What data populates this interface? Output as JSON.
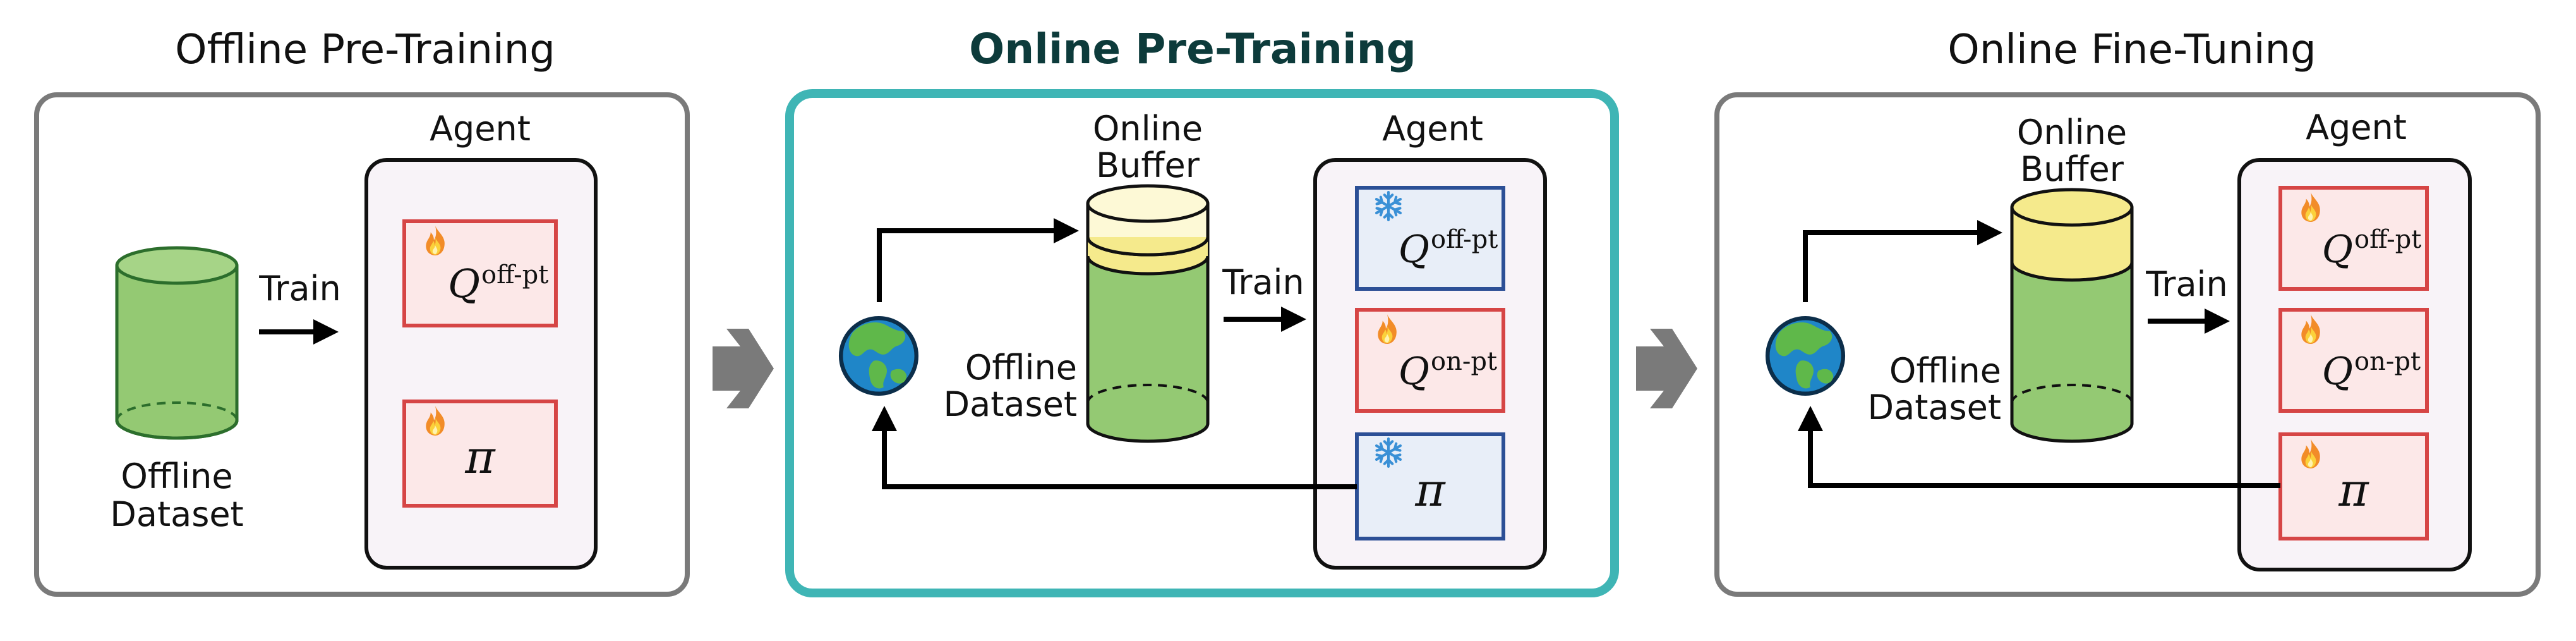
{
  "panels": [
    {
      "title": "Offline Pre-Training",
      "agent_label": "Agent",
      "dataset_label_line1": "Offline",
      "dataset_label_line2": "Dataset",
      "train_label": "Train",
      "modules": [
        {
          "symbol": "Q",
          "sup": "off-pt",
          "state": "trainable"
        },
        {
          "symbol": "π",
          "sup": "",
          "state": "trainable"
        }
      ]
    },
    {
      "title": "Online Pre-Training",
      "highlighted": true,
      "agent_label": "Agent",
      "buffer_label_line1": "Online",
      "buffer_label_line2": "Buffer",
      "dataset_label_line1": "Offline",
      "dataset_label_line2": "Dataset",
      "train_label": "Train",
      "modules": [
        {
          "symbol": "Q",
          "sup": "off-pt",
          "state": "frozen"
        },
        {
          "symbol": "Q",
          "sup": "on-pt",
          "state": "trainable"
        },
        {
          "symbol": "π",
          "sup": "",
          "state": "frozen"
        }
      ]
    },
    {
      "title": "Online Fine-Tuning",
      "agent_label": "Agent",
      "buffer_label_line1": "Online",
      "buffer_label_line2": "Buffer",
      "dataset_label_line1": "Offline",
      "dataset_label_line2": "Dataset",
      "train_label": "Train",
      "modules": [
        {
          "symbol": "Q",
          "sup": "off-pt",
          "state": "trainable"
        },
        {
          "symbol": "Q",
          "sup": "on-pt",
          "state": "trainable"
        },
        {
          "symbol": "π",
          "sup": "",
          "state": "trainable"
        }
      ]
    }
  ],
  "icons": {
    "trainable": "fire-icon",
    "frozen": "snowflake-icon",
    "environment": "globe-icon",
    "transition": "chevron-arrow-icon"
  },
  "colors": {
    "panel_border": "#7a7a7a",
    "highlight_border": "#3fb5b5",
    "highlight_title": "#0d3b3b",
    "agent_fill": "#f8f3f8",
    "trainable_fill": "#fce8e8",
    "trainable_border": "#d64545",
    "frozen_fill": "#e8eef8",
    "frozen_border": "#2c4f96",
    "dataset_green": "#94c973",
    "dataset_green_border": "#2c6e2c",
    "buffer_yellow": "#f5ea8c",
    "buffer_light": "#fdf9d6",
    "chevron_gray": "#7a7a7a"
  }
}
